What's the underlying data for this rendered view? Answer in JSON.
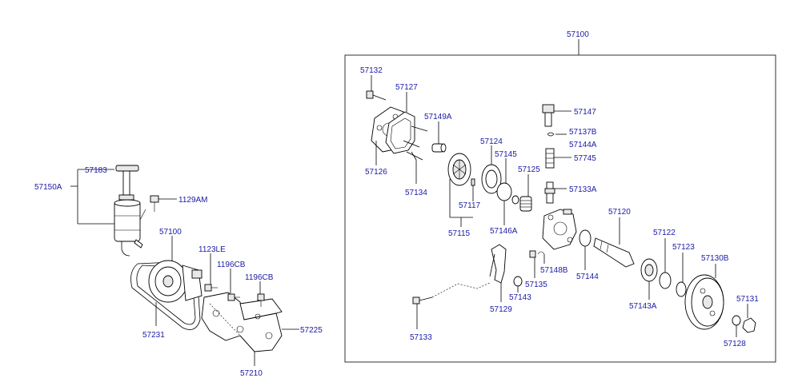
{
  "diagram": {
    "callouts": {
      "c57100_top": "57100",
      "c57132": "57132",
      "c57127": "57127",
      "c57149A": "57149A",
      "c57126": "57126",
      "c57134": "57134",
      "c57124": "57124",
      "c57145": "57145",
      "c57125": "57125",
      "c57117": "57117",
      "c57115": "57115",
      "c57146A": "57146A",
      "c57147": "57147",
      "c57137B": "57137B",
      "c57144A": "57144A",
      "c57745": "57745",
      "c57133A": "57133A",
      "c57120": "57120",
      "c57122": "57122",
      "c57123": "57123",
      "c57130B": "57130B",
      "c57148B": "57148B",
      "c57135": "57135",
      "c57144": "57144",
      "c57143A": "57143A",
      "c57143": "57143",
      "c57129": "57129",
      "c57133": "57133",
      "c57131": "57131",
      "c57128": "57128",
      "c57183": "57183",
      "c57150A": "57150A",
      "c1129AM": "1129AM",
      "c57100_left": "57100",
      "c1123LE": "1123LE",
      "c1196CB_a": "1196CB",
      "c1196CB_b": "1196CB",
      "c57231": "57231",
      "c57225": "57225",
      "c57210": "57210"
    }
  }
}
